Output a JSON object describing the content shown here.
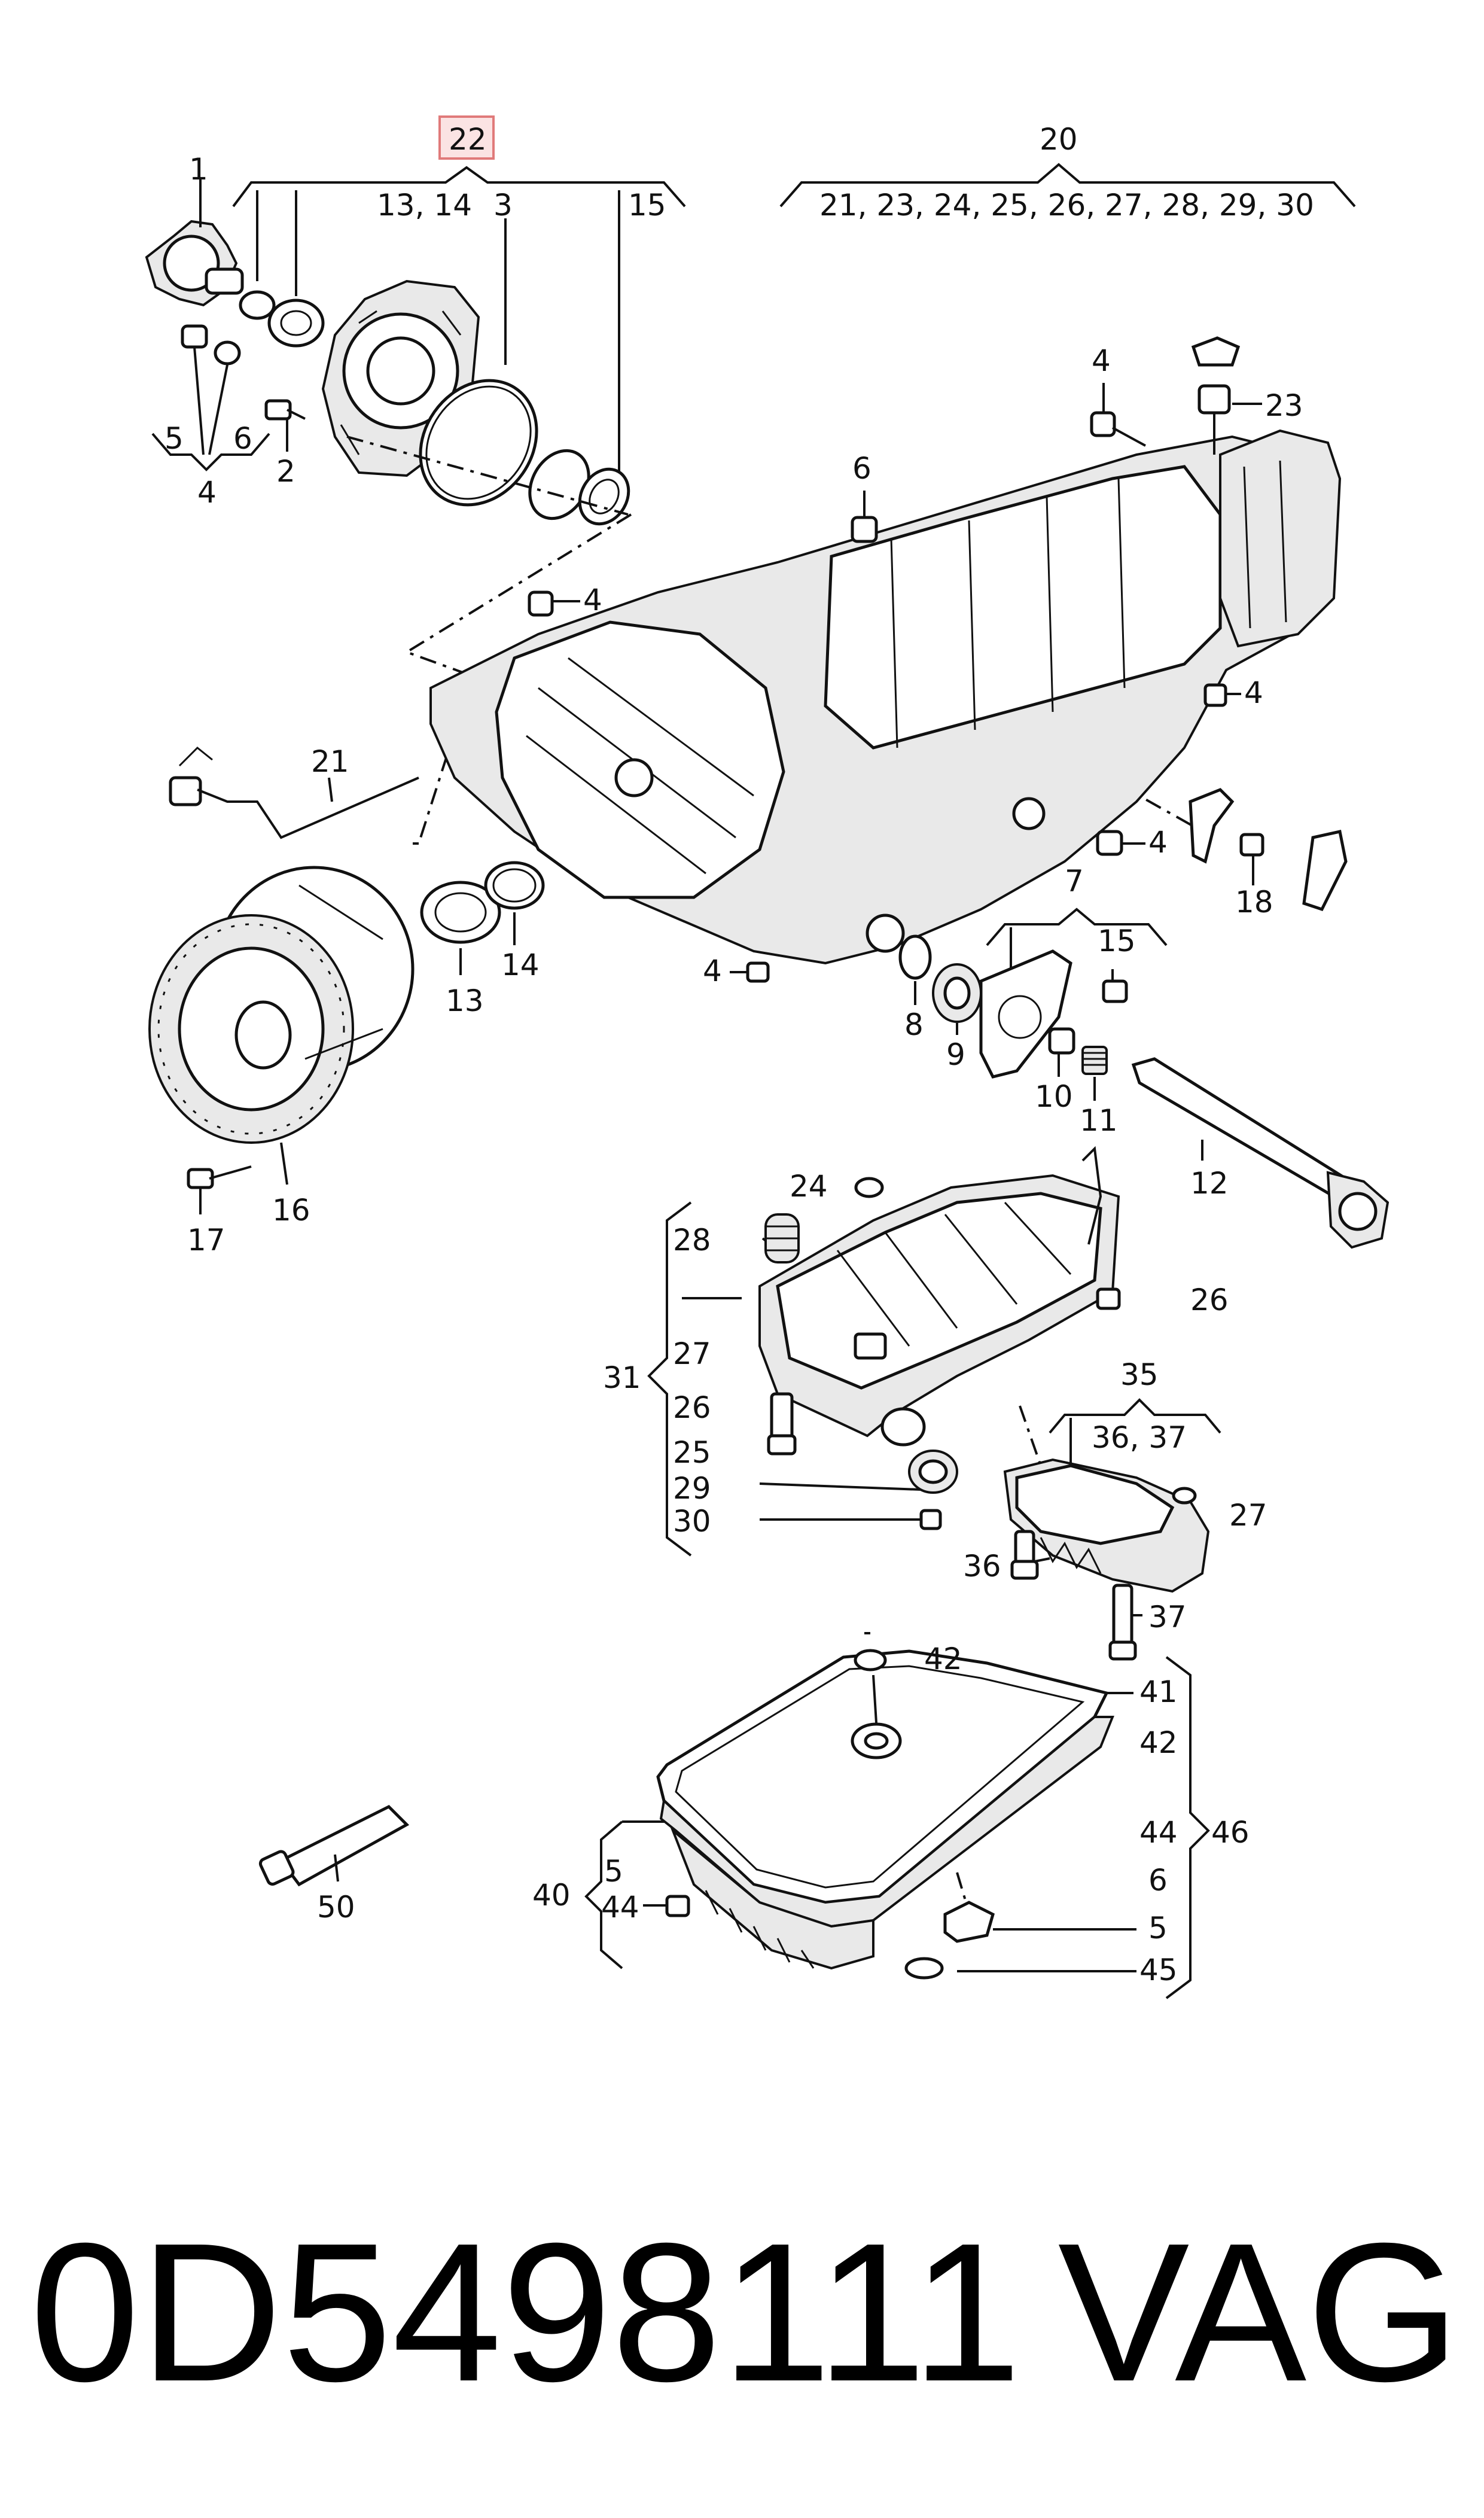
{
  "labels": {
    "l1": "1",
    "l22": "22",
    "l13_14_top": "13, 14",
    "l3": "3",
    "l15_top": "15",
    "l20": "20",
    "l21_30": "21, 23, 24, 25, 26, 27, 28, 29, 30",
    "l2": "2",
    "l5a": "5",
    "l6a": "6",
    "l4a": "4",
    "l4b": "4",
    "l23": "23",
    "l6b": "6",
    "l4c": "4",
    "l4d": "4",
    "l21": "21",
    "l4e": "4",
    "l18": "18",
    "l7": "7",
    "l15b": "15",
    "l13": "13",
    "l14": "14",
    "l4f": "4",
    "l8": "8",
    "l9": "9",
    "l10": "10",
    "l11": "11",
    "l12": "12",
    "l16": "16",
    "l17": "17",
    "l24": "24",
    "l28": "28",
    "l26a": "26",
    "l27a": "27",
    "l31": "31",
    "l26b": "26",
    "l25": "25",
    "l29": "29",
    "l30": "30",
    "l35": "35",
    "l36_37": "36, 37",
    "l27b": "27",
    "l36": "36",
    "l37": "37",
    "l42a": "42",
    "l41": "41",
    "l42b": "42",
    "l44a": "44",
    "l46": "46",
    "l6c": "6",
    "l5b": "5",
    "l45": "45",
    "l40": "40",
    "l5c": "5",
    "l44b": "44",
    "l50": "50"
  },
  "footer": {
    "part_number": "0D5498111",
    "brand": "VAG"
  },
  "colors": {
    "highlight_box_border": "#e07a7a",
    "highlight_box_fill": "#fbe3e3",
    "ink": "#111111"
  }
}
